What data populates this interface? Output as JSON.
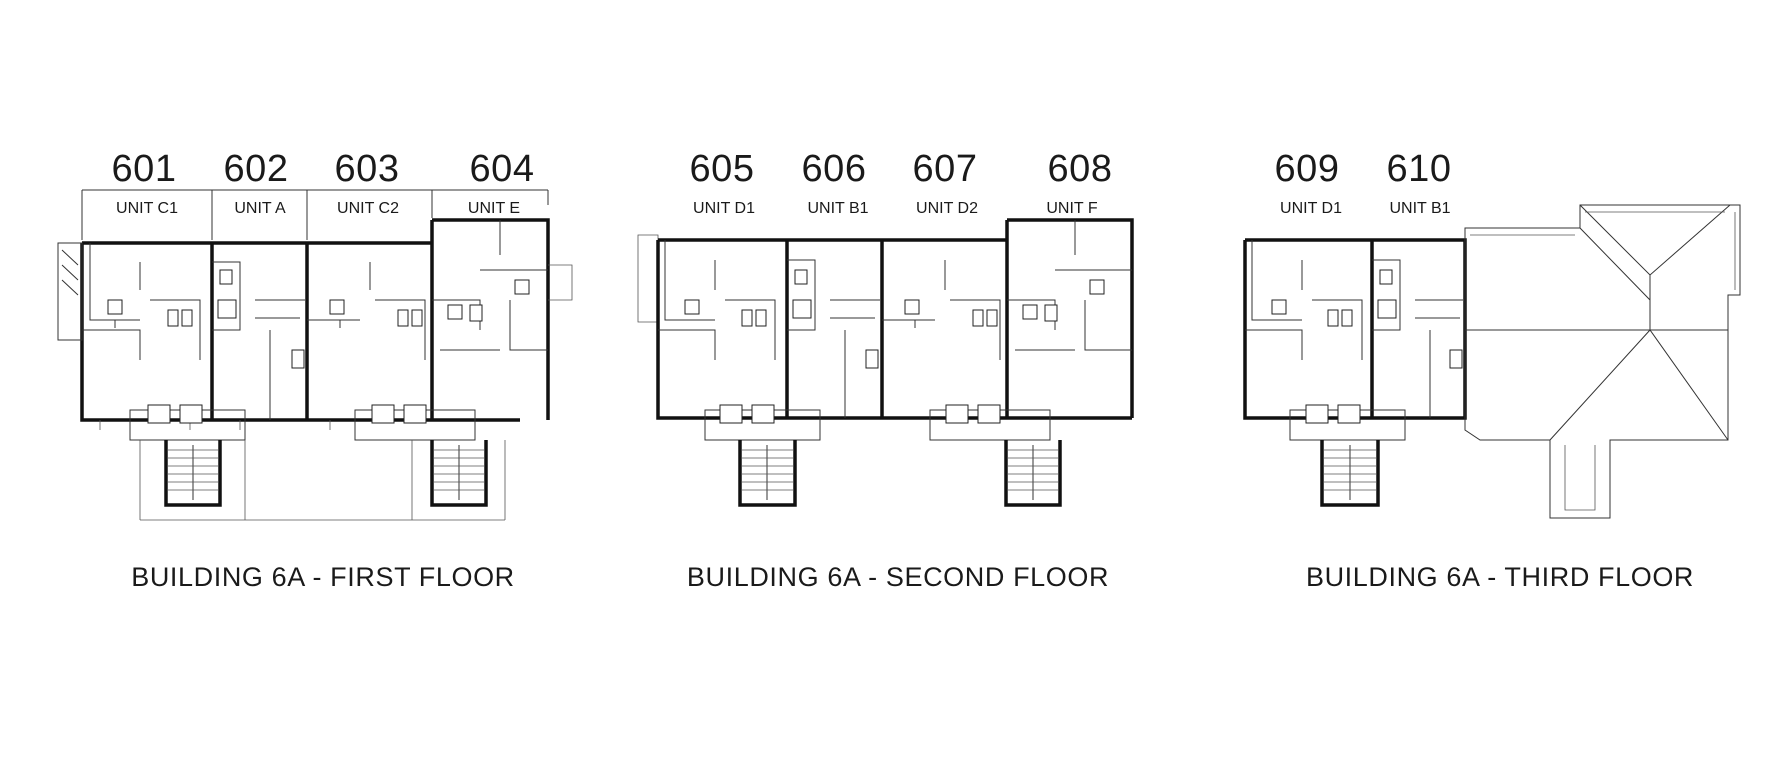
{
  "floors": [
    {
      "title": "BUILDING 6A - FIRST FLOOR",
      "units": [
        {
          "number": "601",
          "type": "UNIT C1"
        },
        {
          "number": "602",
          "type": "UNIT A"
        },
        {
          "number": "603",
          "type": "UNIT C2"
        },
        {
          "number": "604",
          "type": "UNIT E"
        }
      ]
    },
    {
      "title": "BUILDING 6A - SECOND FLOOR",
      "units": [
        {
          "number": "605",
          "type": "UNIT D1"
        },
        {
          "number": "606",
          "type": "UNIT B1"
        },
        {
          "number": "607",
          "type": "UNIT D2"
        },
        {
          "number": "608",
          "type": "UNIT F"
        }
      ]
    },
    {
      "title": "BUILDING 6A - THIRD FLOOR",
      "units": [
        {
          "number": "609",
          "type": "UNIT D1"
        },
        {
          "number": "610",
          "type": "UNIT B1"
        }
      ]
    }
  ]
}
